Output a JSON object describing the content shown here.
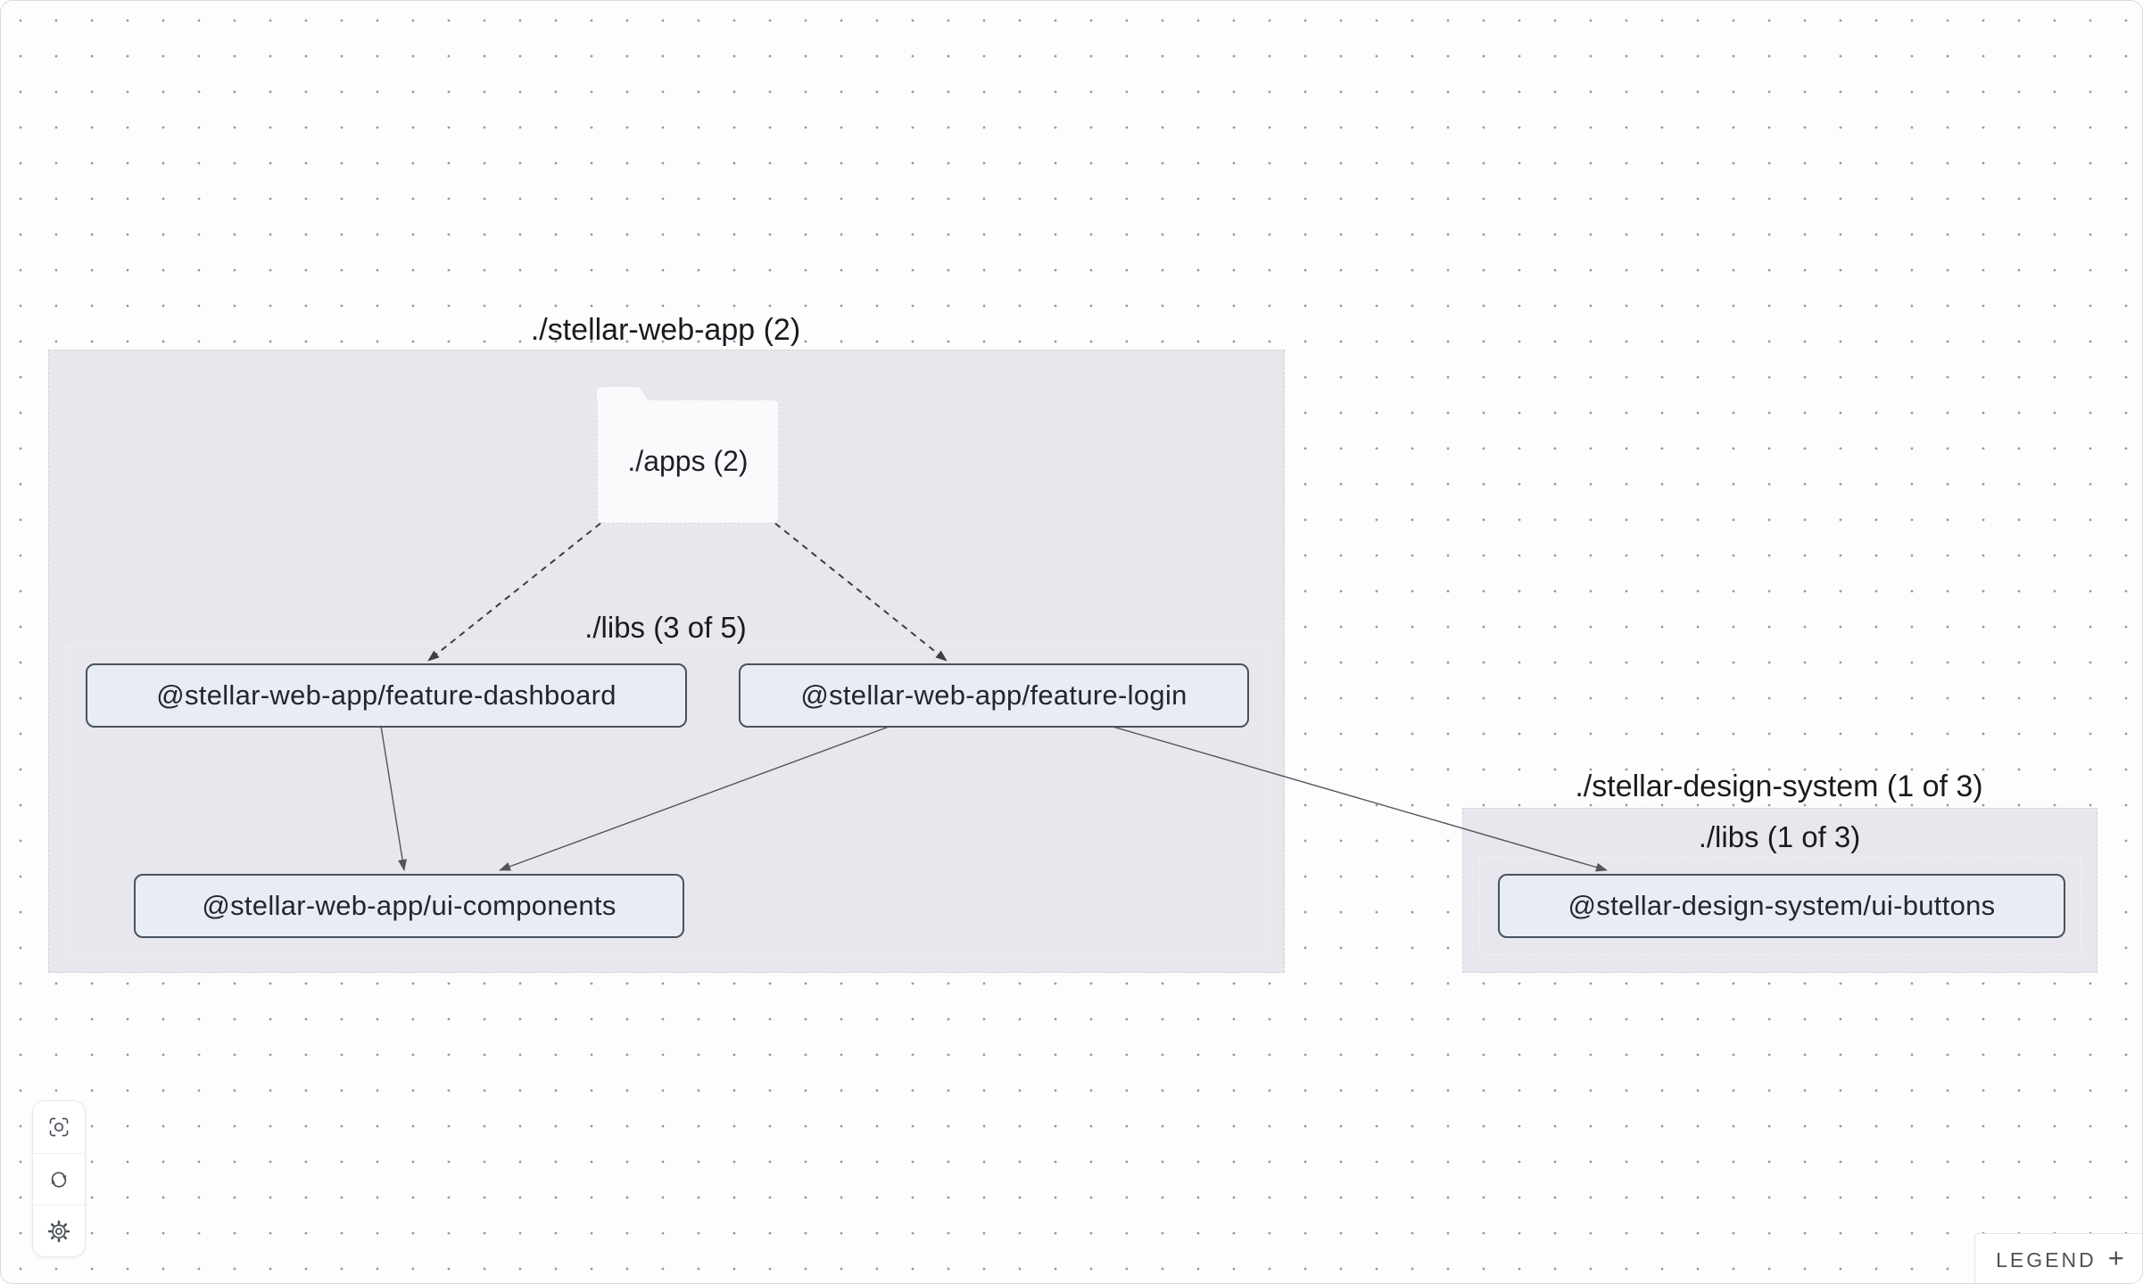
{
  "app": {
    "description": "project dependency graph canvas"
  },
  "groups": {
    "web_app": {
      "title": "./stellar-web-app (2)",
      "apps_folder_label": "./apps (2)",
      "libs_label": "./libs (3 of 5)"
    },
    "design_system": {
      "title": "./stellar-design-system (1 of 3)",
      "libs_label": "./libs (1 of 3)"
    }
  },
  "nodes": {
    "feature_dashboard": {
      "label": "@stellar-web-app/feature-dashboard"
    },
    "feature_login": {
      "label": "@stellar-web-app/feature-login"
    },
    "ui_components": {
      "label": "@stellar-web-app/ui-components"
    },
    "ui_buttons": {
      "label": "@stellar-design-system/ui-buttons"
    }
  },
  "edges": [
    {
      "from": "./apps",
      "to": "@stellar-web-app/feature-dashboard",
      "style": "dashed"
    },
    {
      "from": "./apps",
      "to": "@stellar-web-app/feature-login",
      "style": "dashed"
    },
    {
      "from": "@stellar-web-app/feature-dashboard",
      "to": "@stellar-web-app/ui-components",
      "style": "solid"
    },
    {
      "from": "@stellar-web-app/feature-login",
      "to": "@stellar-web-app/ui-components",
      "style": "solid"
    },
    {
      "from": "@stellar-web-app/feature-login",
      "to": "@stellar-design-system/ui-buttons",
      "style": "solid"
    }
  ],
  "toolbar": {
    "icons": [
      "focus-icon",
      "refresh-icon",
      "gear-icon"
    ]
  },
  "legend": {
    "label": "LEGEND",
    "expand_symbol": "+"
  },
  "colors": {
    "canvas_background": "#fdfdfe",
    "dot_grid": "#8e9db3",
    "group_fill": "#e8e7ed",
    "node_fill": "#e8ecf5",
    "node_border": "#49525f",
    "solid_edge": "#54545c",
    "dashed_edge": "#3d3d44"
  }
}
